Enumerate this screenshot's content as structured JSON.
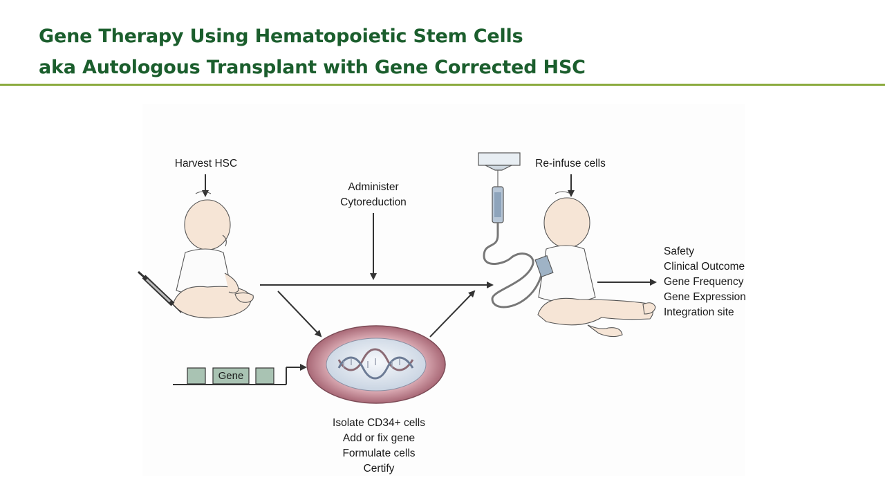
{
  "title": {
    "line1": "Gene Therapy Using Hematopoietic Stem Cells",
    "line2": "aka Autologous Transplant with Gene Corrected HSC"
  },
  "diagram": {
    "harvest_label": "Harvest HSC",
    "administer_label": [
      "Administer",
      "Cytoreduction"
    ],
    "reinfuse_label": "Re-infuse cells",
    "gene_label": "Gene",
    "cell_steps": [
      "Isolate CD34+ cells",
      "Add or fix gene",
      "Formulate cells",
      "Certify"
    ],
    "outcomes": [
      "Safety",
      "Clinical Outcome",
      "Gene Frequency",
      "Gene Expression",
      "Integration site"
    ]
  },
  "colors": {
    "title": "#1b5e2d",
    "rule": "#8bab3e",
    "skin": "#f6e5d6",
    "cell_outer": "#c58a96",
    "cell_inner": "#e6ecf3",
    "gene_box": "#a9c3b3"
  },
  "icons": [
    "baby-illustration",
    "syringe-icon",
    "iv-bag-icon",
    "cell-icon",
    "dna-helix-icon",
    "arrow-icon"
  ]
}
